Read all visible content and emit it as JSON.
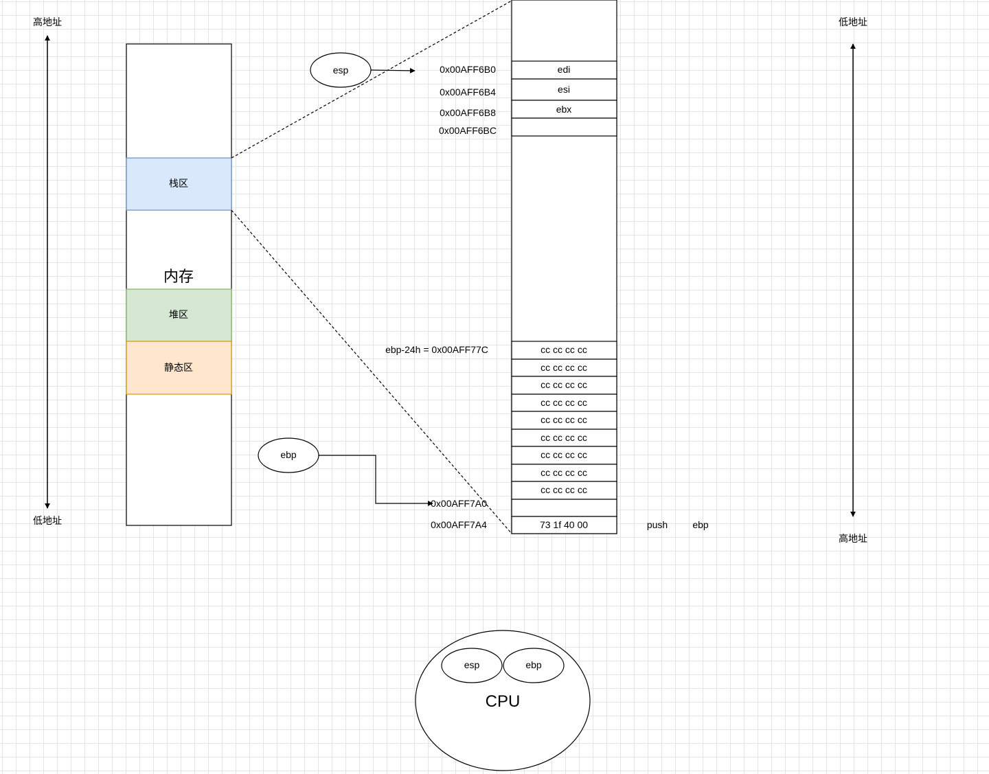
{
  "labels": {
    "left_high_addr": "高地址",
    "left_low_addr": "低地址",
    "right_low_addr": "低地址",
    "right_high_addr": "高地址"
  },
  "memory": {
    "title": "内存",
    "stack": "栈区",
    "heap": "堆区",
    "static": "静态区",
    "colors": {
      "stack_fill": "#dae8fc",
      "stack_stroke": "#6c8ebf",
      "heap_fill": "#d5e8d4",
      "heap_stroke": "#82b366",
      "static_fill": "#ffe6cc",
      "static_stroke": "#d79b00"
    }
  },
  "registers": {
    "esp": "esp",
    "ebp": "ebp"
  },
  "stack_detail": {
    "top_cells": [
      {
        "address": "0x00AFF6B0",
        "value": "edi"
      },
      {
        "address": "0x00AFF6B4",
        "value": "esi"
      },
      {
        "address": "0x00AFF6B8",
        "value": "ebx"
      },
      {
        "address": "0x00AFF6BC",
        "value": ""
      }
    ],
    "ebp_offset_label": "ebp-24h = 0x00AFF77C",
    "cc_cells": [
      "cc cc cc cc",
      "cc cc cc cc",
      "cc cc cc cc",
      "cc cc cc cc",
      "cc cc cc cc",
      "cc cc cc cc",
      "cc cc cc cc",
      "cc cc cc cc",
      "cc cc cc cc"
    ],
    "ebp_cell": {
      "address": "0x00AFF7A0",
      "value": ""
    },
    "bottom_cell": {
      "address": "0x00AFF7A4",
      "value": "73 1f 40 00"
    },
    "instruction": {
      "op": "push",
      "operand": "ebp"
    }
  },
  "cpu": {
    "label": "CPU",
    "esp": "esp",
    "ebp": "ebp"
  }
}
